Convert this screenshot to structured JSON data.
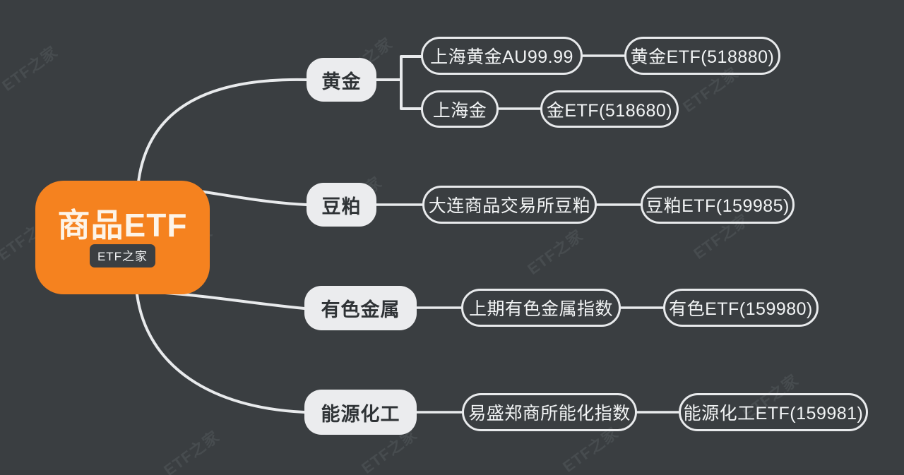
{
  "theme": {
    "background": "#3a3e41",
    "accent_orange": "#f5821f",
    "line_color": "#e8eaec",
    "level1_fill": "#ebecee",
    "level1_text": "#2f3336",
    "node_text": "#f2f4f5"
  },
  "root": {
    "title": "商品ETF",
    "badge": "ETF之家"
  },
  "watermark": {
    "text": "ETF之家"
  },
  "branches": [
    {
      "label": "黄金",
      "children": [
        {
          "label": "上海黄金AU99.99",
          "children": [
            {
              "label": "黄金ETF(518880)"
            }
          ]
        },
        {
          "label": "上海金",
          "children": [
            {
              "label": "金ETF(518680)"
            }
          ]
        }
      ]
    },
    {
      "label": "豆粕",
      "children": [
        {
          "label": "大连商品交易所豆粕",
          "children": [
            {
              "label": "豆粕ETF(159985)"
            }
          ]
        }
      ]
    },
    {
      "label": "有色金属",
      "children": [
        {
          "label": "上期有色金属指数",
          "children": [
            {
              "label": "有色ETF(159980)"
            }
          ]
        }
      ]
    },
    {
      "label": "能源化工",
      "children": [
        {
          "label": "易盛郑商所能化指数",
          "children": [
            {
              "label": "能源化工ETF(159981)"
            }
          ]
        }
      ]
    }
  ],
  "nodes": {
    "gold": "黄金",
    "gold_au": "上海黄金AU99.99",
    "gold_etf": "黄金ETF(518880)",
    "shanghai_gold": "上海金",
    "gold_etf2": "金ETF(518680)",
    "meal": "豆粕",
    "meal_index": "大连商品交易所豆粕",
    "meal_etf": "豆粕ETF(159985)",
    "metals": "有色金属",
    "metals_index": "上期有色金属指数",
    "metals_etf": "有色ETF(159980)",
    "energy": "能源化工",
    "energy_index": "易盛郑商所能化指数",
    "energy_etf": "能源化工ETF(159981)"
  }
}
